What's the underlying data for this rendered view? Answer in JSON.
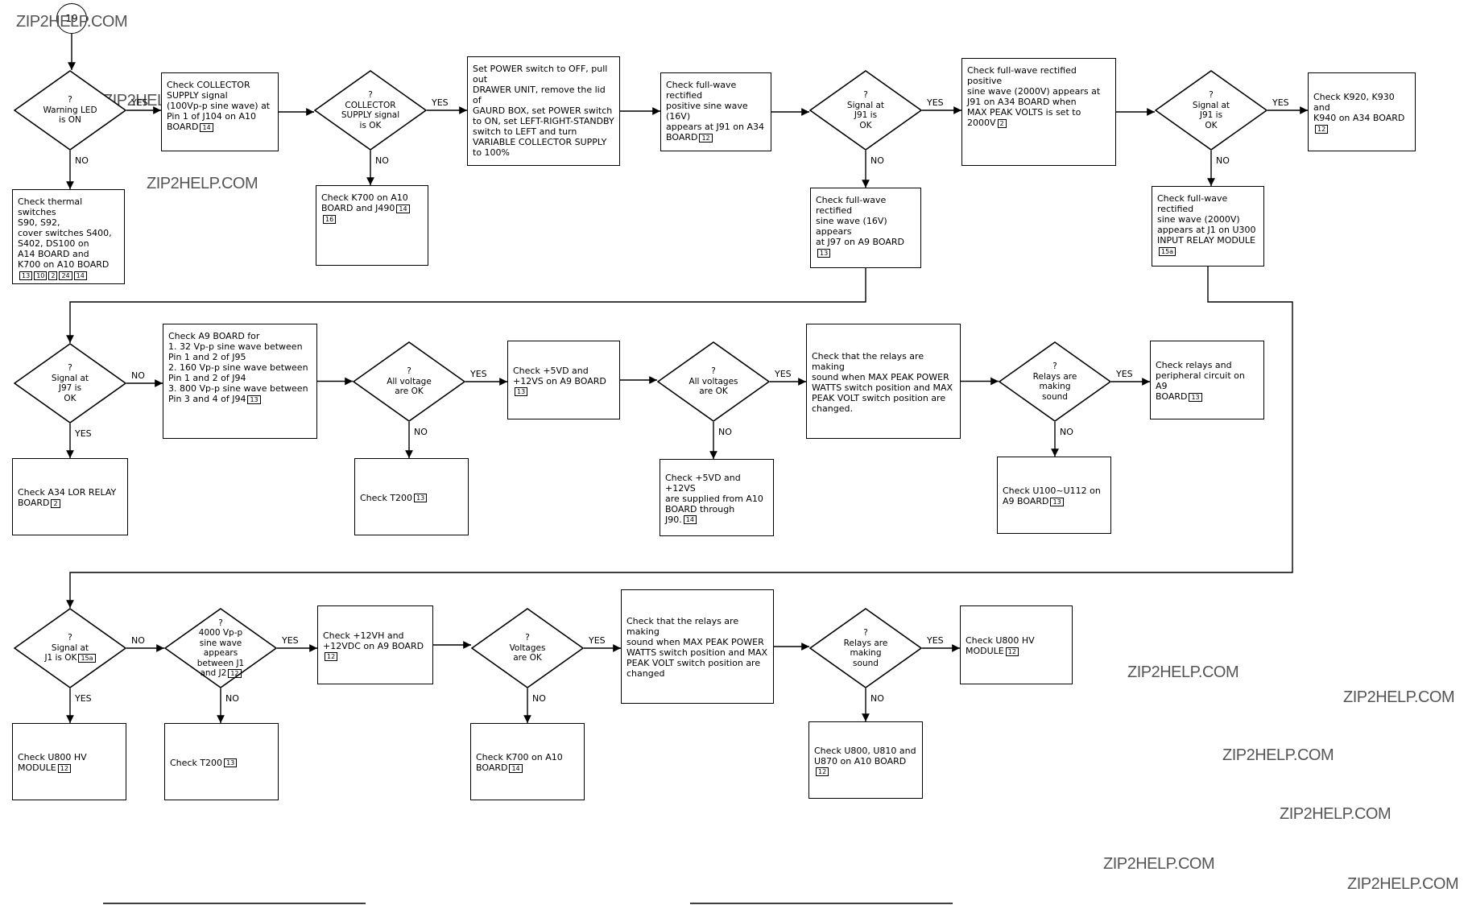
{
  "start_label": "19",
  "watermark": "ZIP2HELP.COM",
  "labels": {
    "yes": "YES",
    "no": "NO"
  },
  "nodes": {
    "d_warning": "?\nWarning LED\nis ON",
    "b_collector": "Check COLLECTOR\nSUPPLY signal\n(100Vp-p sine wave) at\nPin 1 of J104 on A10\nBOARD",
    "d_collector": "?\nCOLLECTOR\nSUPPLY signal\nis OK",
    "b_power": "Set POWER switch to OFF, pull out\nDRAWER UNIT, remove the lid of\nGAURD BOX, set POWER switch\nto ON, set LEFT-RIGHT-STANDBY\nswitch to LEFT and turn\nVARIABLE COLLECTOR SUPPLY\nto 100%",
    "b_fw16": "Check full-wave rectified\npositive sine wave (16V)\nappears at J91 on A34\nBOARD",
    "d_j91a": "?\nSignal at\nJ91 is\nOK",
    "b_fw2000": "Check full-wave rectified positive\nsine wave (2000V) appears at\nJ91 on A34 BOARD when\nMAX PEAK VOLTS is set to\n2000V",
    "d_j91b": "?\nSignal at\nJ91 is\nOK",
    "b_k920": "Check K920, K930 and\nK940 on A34 BOARD",
    "b_thermal": "Check thermal switches\nS90, S92,\ncover switches S400,\nS402, DS100 on\nA14 BOARD and\nK700 on A10 BOARD",
    "b_k700a": "Check K700 on A10\nBOARD and J490",
    "b_j97": "Check full-wave rectified\nsine wave (16V) appears\nat J97 on A9 BOARD",
    "b_j1": "Check full-wave rectified\nsine wave (2000V)\nappears at J1 on U300\nINPUT RELAY MODULE",
    "d_j97": "?\nSignal at\nJ97 is\nOK",
    "b_a9": "Check A9 BOARD for\n1. 32 Vp-p sine wave between\n    Pin 1 and 2 of J95\n2. 160 Vp-p sine wave between\n    Pin 1 and 2 of J94\n3. 800 Vp-p sine wave between\n    Pin 3 and 4 of J94",
    "d_allv1": "?\nAll voltage\nare OK",
    "b_5vd": "Check +5VD and\n+12VS on A9 BOARD",
    "d_allv2": "?\nAll voltages\nare OK",
    "b_relay1": "Check that the relays are making\nsound when MAX PEAK POWER\nWATTS switch position and MAX\nPEAK VOLT switch position are\nchanged.",
    "d_relay1": "?\nRelays are\nmaking\nsound",
    "b_periph": "Check relays and\nperipheral circuit on A9\nBOARD",
    "b_lor": "Check A34 LOR RELAY\nBOARD",
    "b_t200a": "Check T200",
    "b_supplied": "Check +5VD and +12VS\nare supplied from A10\nBOARD through\nJ90.",
    "b_u100": "Check U100~U112 on\nA9 BOARD",
    "d_j1": "?\nSignal at\nJ1 is OK",
    "d_4000": "?\n4000 Vp-p\nsine wave appears\nbetween J1\nand J2",
    "b_12vh": "Check +12VH and\n+12VDC on A9 BOARD",
    "d_volt": "?\nVoltages\nare OK",
    "b_relay2": "Check that the relays are making\nsound when MAX PEAK POWER\nWATTS switch position and MAX\nPEAK VOLT switch position are\nchanged",
    "d_relay2": "?\nRelays are\nmaking\nsound",
    "b_u800a": "Check U800 HV MODULE",
    "b_u800b": "Check U800 HV MODULE",
    "b_t200b": "Check T200",
    "b_k700b": "Check K700 on A10\nBOARD",
    "b_u800c": "Check U800, U810 and\nU870 on A10 BOARD"
  },
  "refs": {
    "b_collector": [
      "14"
    ],
    "b_fw16": [
      "12"
    ],
    "b_fw2000": [
      "2"
    ],
    "b_k920": [
      "12"
    ],
    "b_thermal": [
      "13",
      "10",
      "2",
      "24",
      "14"
    ],
    "b_k700a": [
      "14",
      "16"
    ],
    "b_j97": [
      "13"
    ],
    "b_j1": [
      "15a"
    ],
    "b_a9": [
      "13"
    ],
    "b_5vd": [
      "13"
    ],
    "b_periph": [
      "13"
    ],
    "b_lor": [
      "2"
    ],
    "b_t200a": [
      "13"
    ],
    "b_supplied": [
      "14"
    ],
    "b_u100": [
      "13"
    ],
    "d_j1": [
      "15a"
    ],
    "d_4000": [
      "12"
    ],
    "b_12vh": [
      "12"
    ],
    "b_u800a": [
      "12"
    ],
    "b_u800b": [
      "12"
    ],
    "b_t200b": [
      "13"
    ],
    "b_k700b": [
      "14"
    ],
    "b_u800c": [
      "12"
    ]
  }
}
